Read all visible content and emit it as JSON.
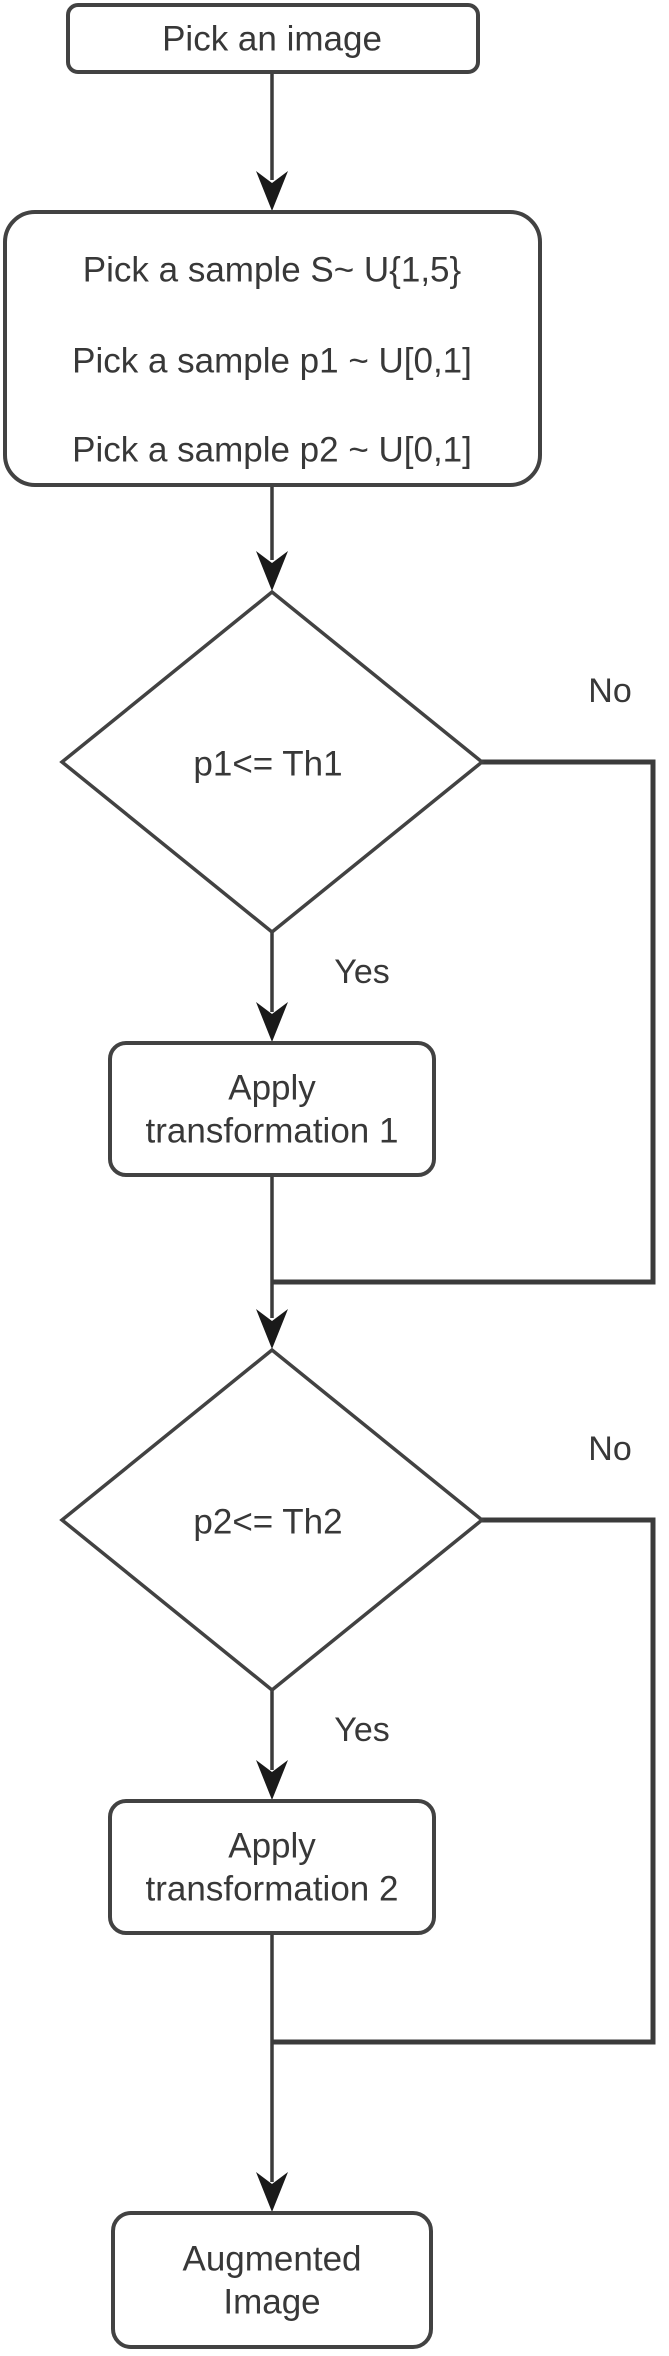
{
  "diagram": {
    "description": "Image augmentation pipeline flowchart",
    "nodes": {
      "start": {
        "label": "Pick an image"
      },
      "sampling": {
        "line1": "Pick a sample S~ U{1,5}",
        "line2": "Pick a sample p1 ~ U[0,1]",
        "line3": "Pick a sample p2 ~ U[0,1]"
      },
      "decision1": {
        "label": "p1<= Th1"
      },
      "apply1": {
        "line1": "Apply",
        "line2": "transformation 1"
      },
      "decision2": {
        "label": "p2<= Th2"
      },
      "apply2": {
        "line1": "Apply",
        "line2": "transformation 2"
      },
      "end": {
        "line1": "Augmented",
        "line2": "Image"
      }
    },
    "edge_labels": {
      "decision1_yes": "Yes",
      "decision1_no": "No",
      "decision2_yes": "Yes",
      "decision2_no": "No"
    },
    "colors": {
      "background": "#ffffff",
      "node_fill": "#ffffff",
      "node_stroke": "#424242",
      "edge_stroke": "#3b3b3b",
      "arrow_fill": "#1a1a1a",
      "text": "#383838"
    }
  }
}
